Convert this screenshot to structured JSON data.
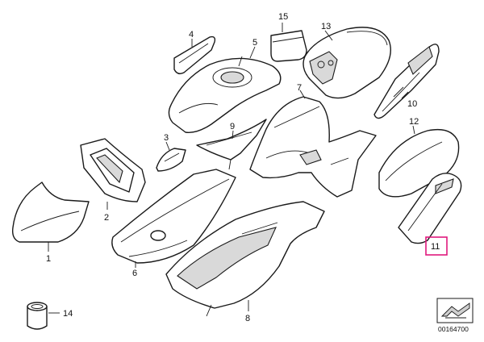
{
  "diagram": {
    "reference_number": "00164700",
    "highlight_color": "#e0197d",
    "parts": [
      {
        "id": "p1",
        "label": "1"
      },
      {
        "id": "p2",
        "label": "2"
      },
      {
        "id": "p3",
        "label": "3"
      },
      {
        "id": "p4",
        "label": "4"
      },
      {
        "id": "p5",
        "label": "5"
      },
      {
        "id": "p6",
        "label": "6"
      },
      {
        "id": "p7",
        "label": "7"
      },
      {
        "id": "p8",
        "label": "8"
      },
      {
        "id": "p9",
        "label": "9"
      },
      {
        "id": "p10",
        "label": "10"
      },
      {
        "id": "p11",
        "label": "11",
        "highlighted": true
      },
      {
        "id": "p12",
        "label": "12"
      },
      {
        "id": "p13",
        "label": "13"
      },
      {
        "id": "p14",
        "label": "14"
      },
      {
        "id": "p15",
        "label": "15"
      }
    ]
  }
}
